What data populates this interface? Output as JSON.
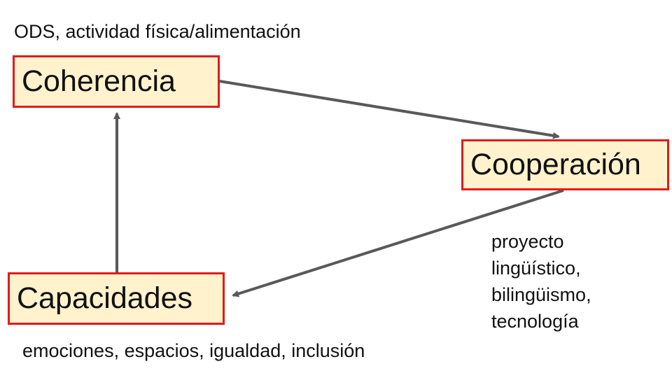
{
  "nodes": {
    "coherencia": {
      "label": "Coherencia"
    },
    "cooperacion": {
      "label": "Cooperación"
    },
    "capacidades": {
      "label": "Capacidades"
    }
  },
  "notes": {
    "coherencia": "ODS, actividad física/alimentación",
    "capacidades": "emociones, espacios, igualdad, inclusión",
    "cooperacion": [
      "proyecto",
      "lingüístico,",
      "bilingüismo,",
      "tecnología"
    ]
  },
  "colors": {
    "box_fill": "#fff2cc",
    "box_border": "#e31a1a",
    "arrow": "#595959"
  }
}
